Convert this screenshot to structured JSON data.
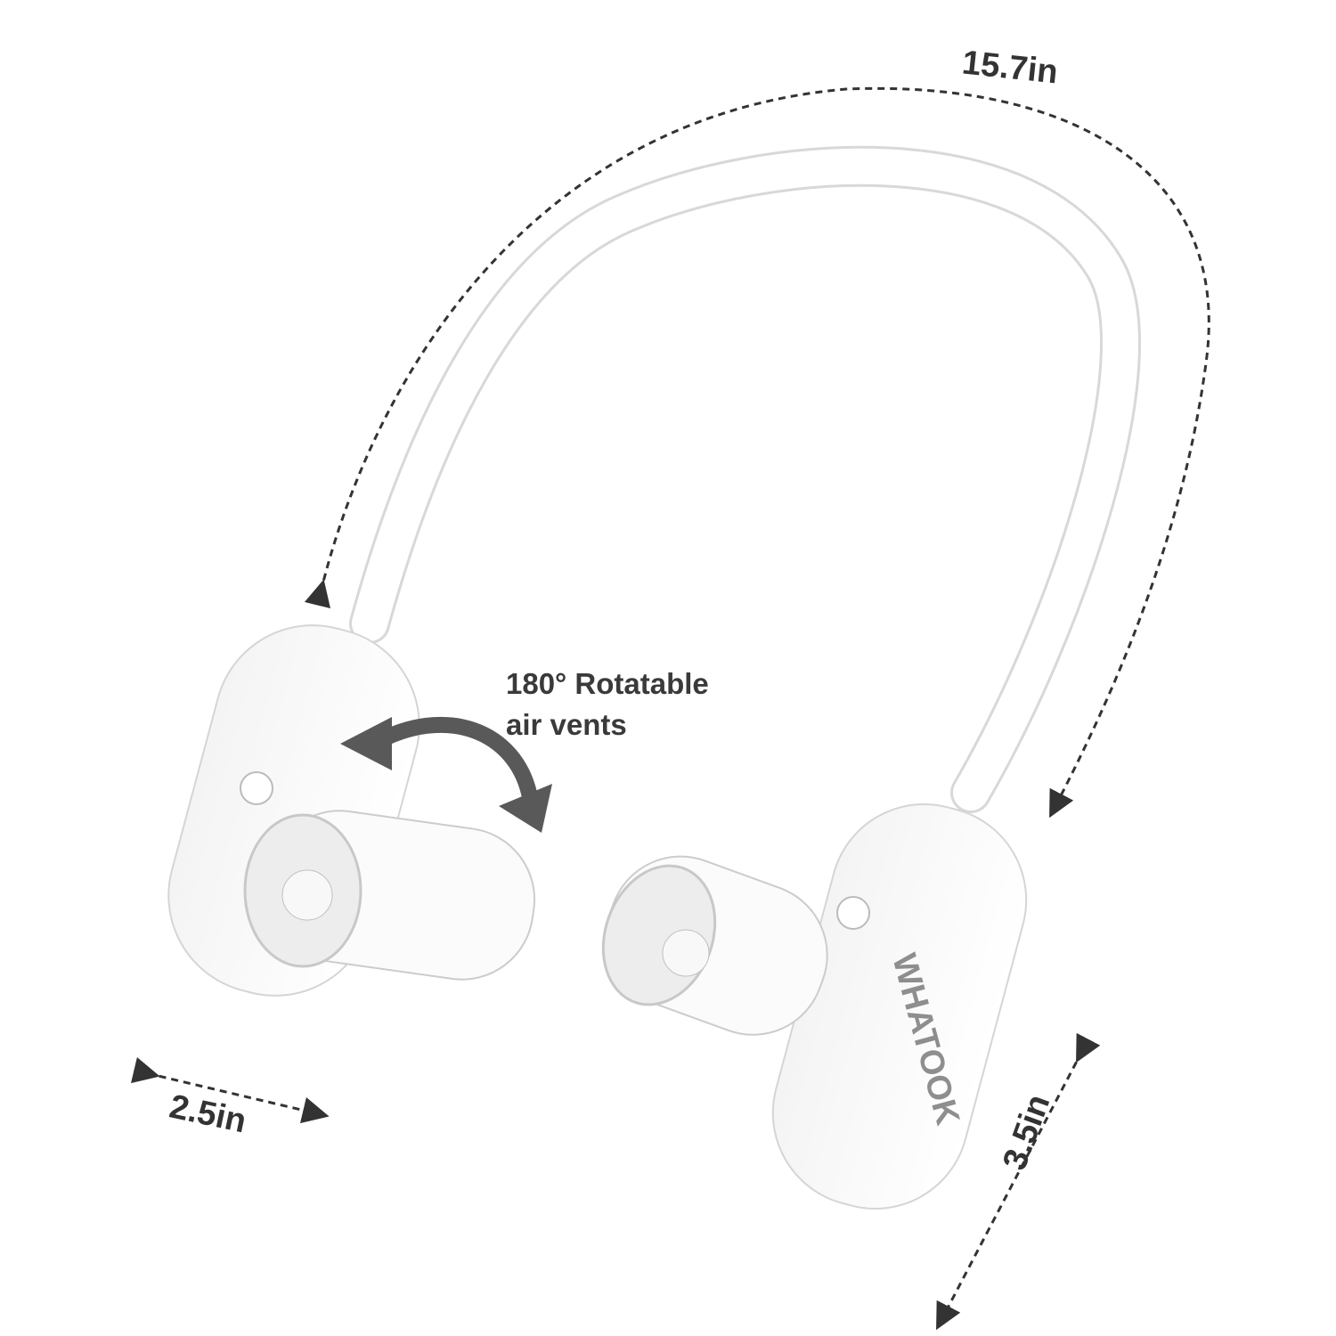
{
  "dimensions": {
    "band_length": "15.7in",
    "vent_width": "2.5in",
    "body_height": "3.5in"
  },
  "callout": {
    "line1": "180° Rotatable",
    "line2": "air vents"
  },
  "brand": "WHATOOK",
  "colors": {
    "product": "#ffffff",
    "outline": "#d5d5d5",
    "text": "#333333",
    "arrow": "#595959"
  }
}
